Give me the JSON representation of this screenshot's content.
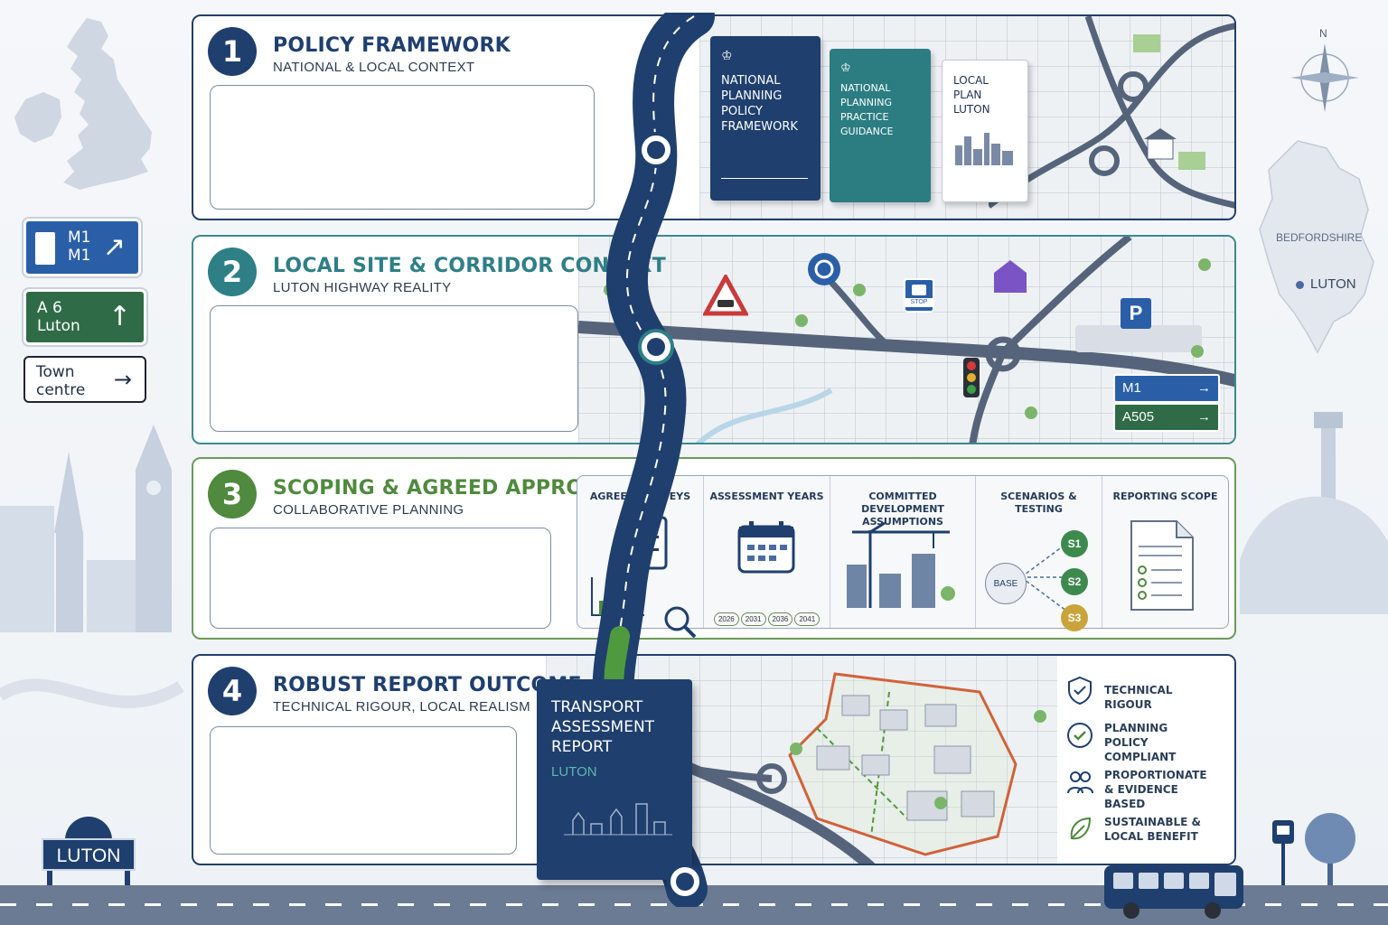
{
  "compass": {
    "north": "N"
  },
  "left_signs": {
    "motorway": {
      "line1": "M1",
      "line2": "M1"
    },
    "a_road": {
      "line1": "A 6",
      "line2": "Luton"
    },
    "town": {
      "line1": "Town",
      "line2": "centre"
    }
  },
  "right_map": {
    "county": "BEDFORDSHIRE",
    "town": "LUTON"
  },
  "station_sign": "LUTON",
  "stages": [
    {
      "number": "1",
      "title": "POLICY FRAMEWORK",
      "subtitle": "NATIONAL & LOCAL CONTEXT",
      "color": "#1f3f6e"
    },
    {
      "number": "2",
      "title": "LOCAL SITE & CORRIDOR CONTEXT",
      "subtitle": "LUTON HIGHWAY REALITY",
      "color": "#2f7f86"
    },
    {
      "number": "3",
      "title": "SCOPING & AGREED APPROACH",
      "subtitle": "COLLABORATIVE PLANNING",
      "color": "#4f8a3e"
    },
    {
      "number": "4",
      "title": "ROBUST REPORT OUTCOME",
      "subtitle": "TECHNICAL RIGOUR, LOCAL REALISM",
      "color": "#1f3f6e"
    }
  ],
  "policy_docs": [
    {
      "text": "NATIONAL PLANNING POLICY FRAMEWORK"
    },
    {
      "text": "NATIONAL PLANNING PRACTICE GUIDANCE"
    },
    {
      "text": "LOCAL PLAN LUTON"
    }
  ],
  "corridor": {
    "stop_label": "STOP",
    "parking_label": "P",
    "direction_signs": [
      {
        "label": "M1",
        "color": "#2a5fa8"
      },
      {
        "label": "A505",
        "color": "#2f6b46"
      }
    ]
  },
  "scoping": {
    "columns": [
      "AGREED SURVEYS",
      "ASSESSMENT YEARS",
      "COMMITTED DEVELOPMENT ASSUMPTIONS",
      "SCENARIOS & TESTING",
      "REPORTING SCOPE"
    ],
    "years": [
      "2026",
      "2031",
      "2036",
      "2041"
    ],
    "scenarios": {
      "base": "BASE",
      "items": [
        {
          "label": "S1",
          "color": "#3e8a4e"
        },
        {
          "label": "S2",
          "color": "#3e8a4e"
        },
        {
          "label": "S3",
          "color": "#c9a43a"
        }
      ]
    }
  },
  "report": {
    "title_line1": "TRANSPORT",
    "title_line2": "ASSESSMENT",
    "title_line3": "REPORT",
    "place": "LUTON"
  },
  "outcomes": [
    {
      "label": "TECHNICAL RIGOUR",
      "icon": "shield-check-icon"
    },
    {
      "label": "PLANNING POLICY COMPLIANT",
      "icon": "check-circle-icon"
    },
    {
      "label": "PROPORTIONATE & EVIDENCE BASED",
      "icon": "people-icon"
    },
    {
      "label": "SUSTAINABLE & LOCAL BENEFIT",
      "icon": "leaf-icon"
    }
  ]
}
